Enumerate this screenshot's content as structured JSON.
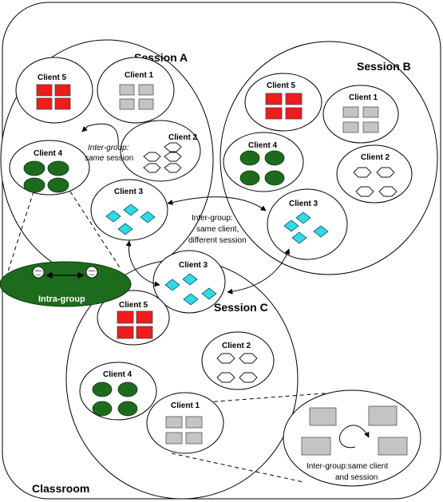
{
  "classroom": {
    "label": "Classroom"
  },
  "sessions": {
    "a": {
      "label": "Session A"
    },
    "b": {
      "label": "Session B"
    },
    "c": {
      "label": "Session C"
    }
  },
  "clients": {
    "a1": "Client 1",
    "a2": "Client 2",
    "a3": "Client 3",
    "a4": "Client 4",
    "a5": "Client 5",
    "b1": "Client 1",
    "b2": "Client 2",
    "b3": "Client 3",
    "b4": "Client 4",
    "b5": "Client 5",
    "c1": "Client 1",
    "c2": "Client 2",
    "c3": "Client 3",
    "c4": "Client 4",
    "c5": "Client 5"
  },
  "annotations": {
    "same_session": {
      "line1": "Inter-group:",
      "line2_italic": "same",
      "line2_rest": " session"
    },
    "same_client_diff_session": {
      "line1": "Inter-group:",
      "line2": "same client,",
      "line3": "different session"
    },
    "intra_group": "Intra-group",
    "same_client_and_session": {
      "line1": "Inter-group:same client",
      "line2": "and session"
    }
  },
  "colors": {
    "client1": "#c4c4c4",
    "client2": "#ffffff",
    "client3": "#32d9e6",
    "client4": "#1d6b1d",
    "client5": "#ee1c1c",
    "intra_group": "#1d6b1d"
  },
  "icons": [
    "person-icon",
    "square-tile",
    "hexagon-tile",
    "octagon-tile",
    "diamond-tile"
  ]
}
